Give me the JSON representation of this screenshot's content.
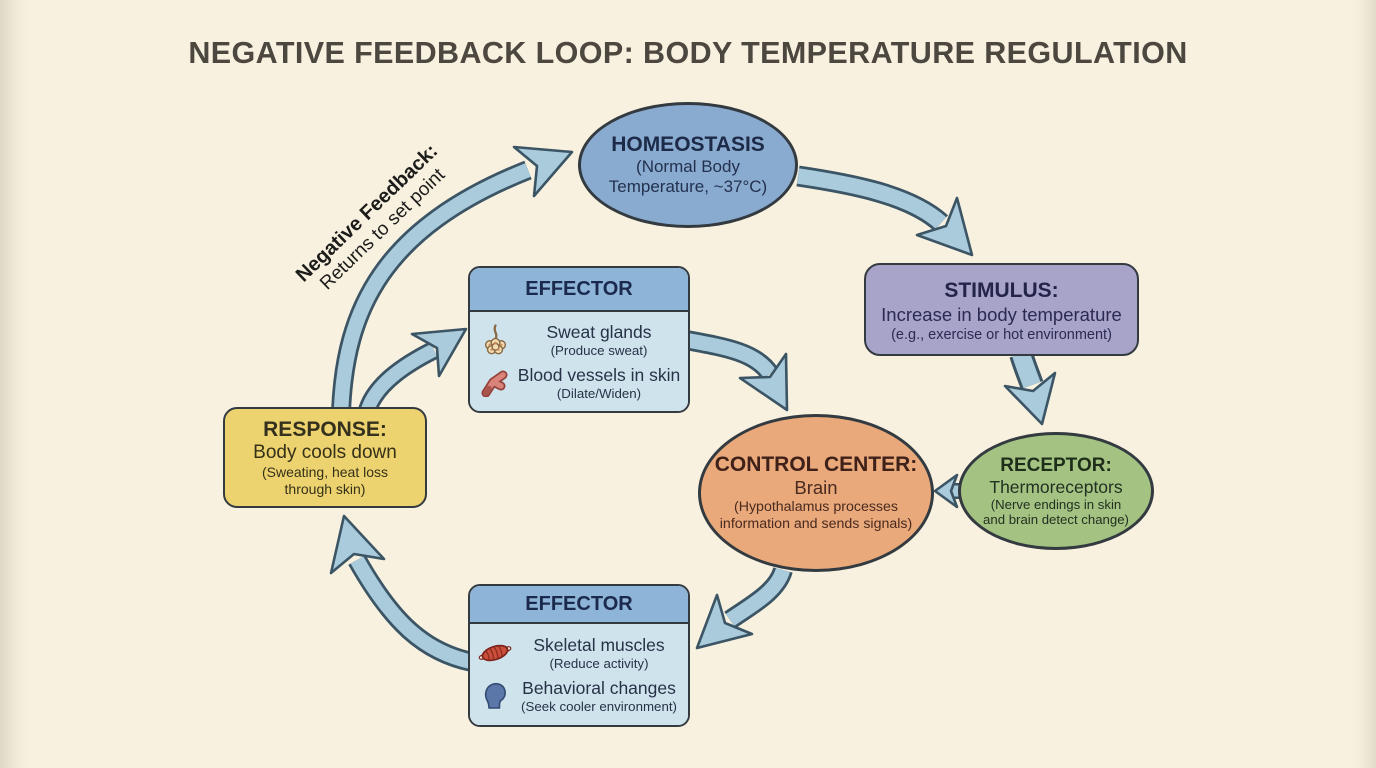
{
  "title": "NEGATIVE FEEDBACK LOOP: BODY TEMPERATURE REGULATION",
  "feedback_arrow": {
    "label_bold": "Negative Feedback:",
    "label_regular": "Returns to set point"
  },
  "nodes": {
    "homeostasis": {
      "heading": "HOMEOSTASIS",
      "sub": "(Normal Body Temperature, ~37°C)"
    },
    "stimulus": {
      "heading": "STIMULUS:",
      "body": "Increase in body temperature",
      "detail": "(e.g., exercise or hot environment)"
    },
    "receptor": {
      "heading": "RECEPTOR:",
      "body": "Thermoreceptors",
      "detail": "(Nerve endings in skin and brain detect change)"
    },
    "control_center": {
      "heading": "CONTROL CENTER:",
      "body": "Brain",
      "detail": "(Hypothalamus processes information and sends signals)"
    },
    "effector_top": {
      "heading": "EFFECTOR",
      "items": [
        {
          "icon": "sweat-gland-icon",
          "label": "Sweat glands",
          "detail": "(Produce sweat)"
        },
        {
          "icon": "blood-vessel-icon",
          "label": "Blood vessels in skin",
          "detail": "(Dilate/Widen)"
        }
      ]
    },
    "effector_bottom": {
      "heading": "EFFECTOR",
      "items": [
        {
          "icon": "muscle-icon",
          "label": "Skeletal muscles",
          "detail": "(Reduce activity)"
        },
        {
          "icon": "head-icon",
          "label": "Behavioral changes",
          "detail": "(Seek cooler environment)"
        }
      ]
    },
    "response": {
      "heading": "RESPONSE:",
      "body": "Body cools down",
      "detail": "(Sweating, heat loss through skin)"
    }
  },
  "colors": {
    "background": "#f8f1e0",
    "title_text": "#4c473f",
    "outline_dark": "#333b40",
    "arrow_fill": "#a9cbdc",
    "arrow_outline": "#3c5565",
    "homeostasis_fill": "#8aabd0",
    "stimulus_fill": "#a7a3c9",
    "receptor_fill": "#a4c383",
    "control_center_fill": "#e9a97b",
    "effector_header_fill": "#8eb4d8",
    "effector_body_fill": "#cfe3ed",
    "response_fill": "#edd36f"
  }
}
